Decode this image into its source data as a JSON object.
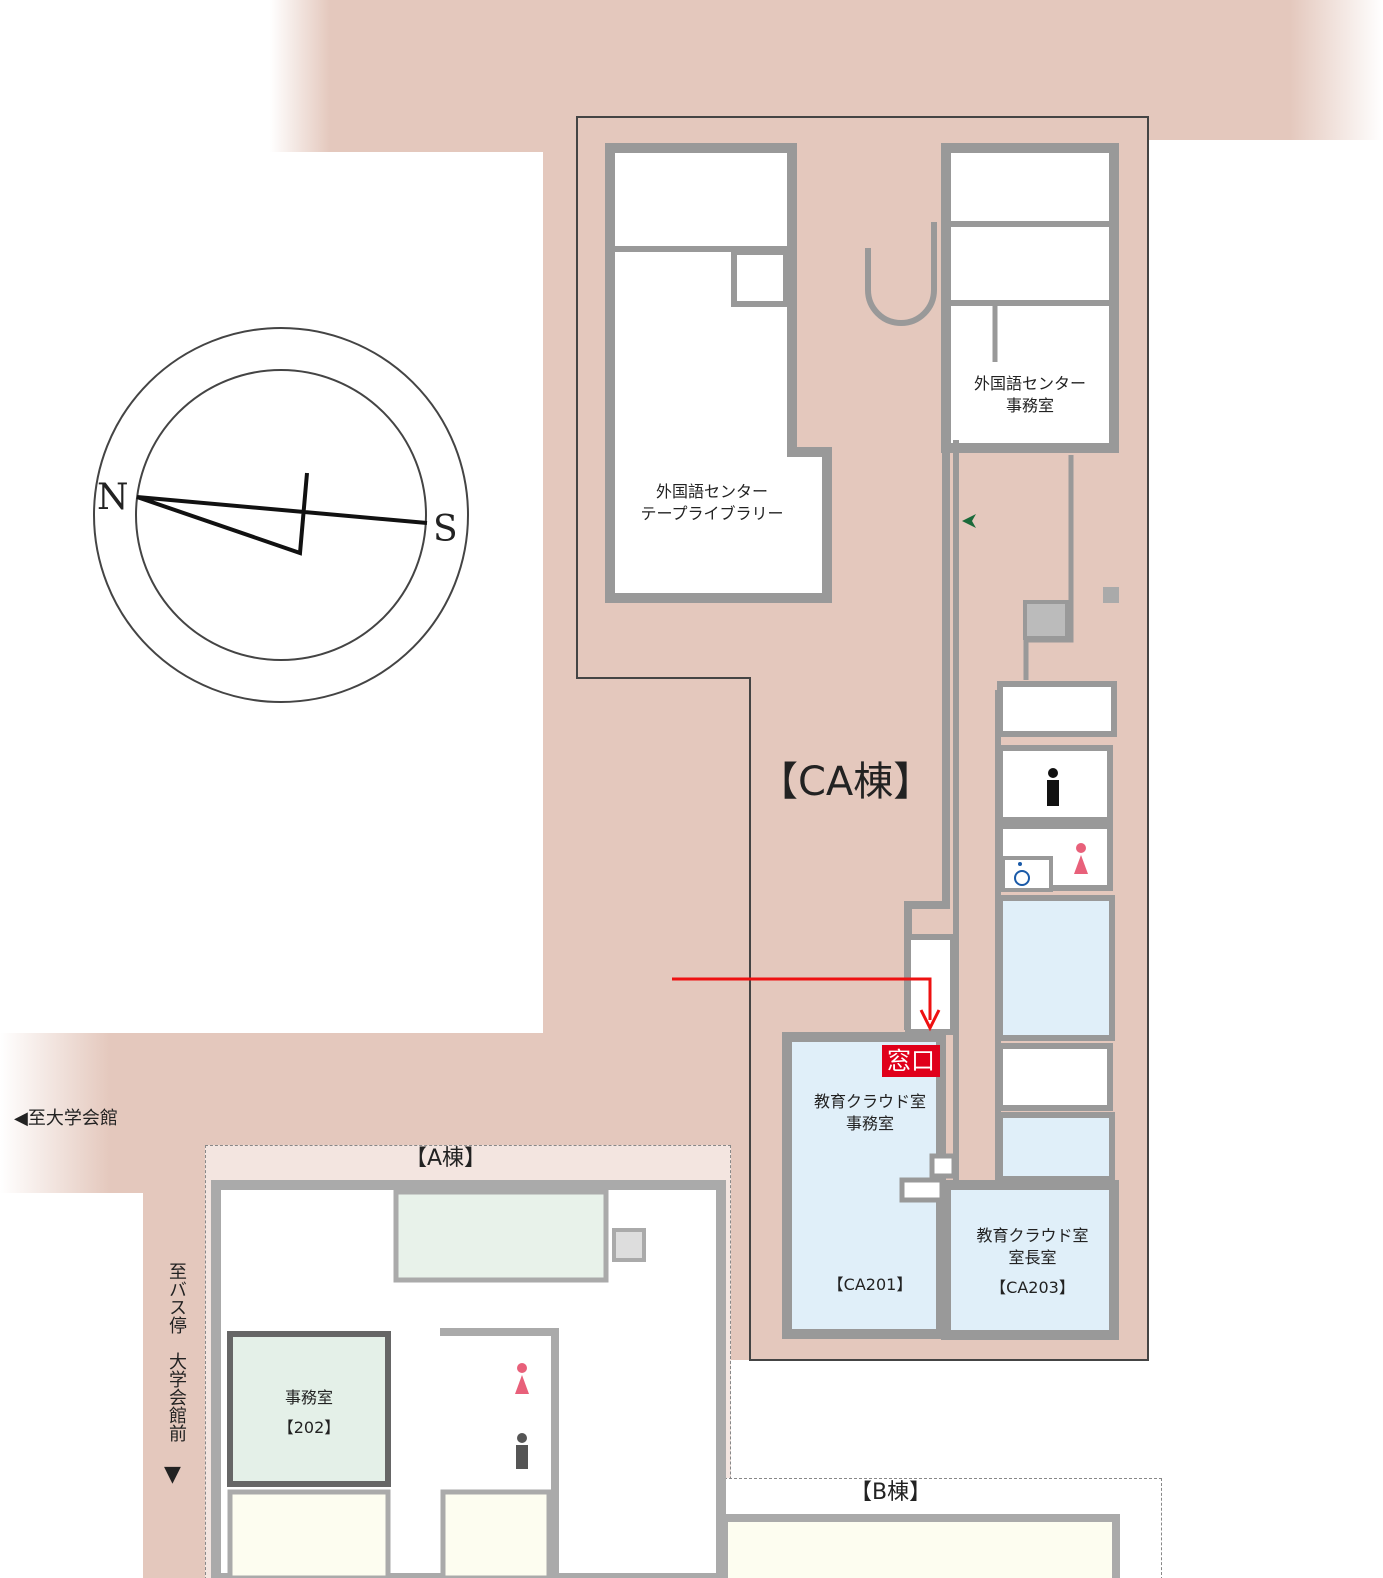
{
  "compass": {
    "north": "N",
    "south": "S"
  },
  "buildings": {
    "ca": "【CA棟】",
    "a": "【A棟】",
    "b": "【B棟】"
  },
  "rooms": {
    "library": "外国語センター\nテープライブラリー",
    "fl_office": "外国語センター\n事務室",
    "ca201_name": "教育クラウド室\n事務室",
    "ca201_code": "【CA201】",
    "ca203_name": "教育クラウド室\n室長室",
    "ca203_code": "【CA203】",
    "a_office_name": "事務室",
    "a_office_code": "【202】"
  },
  "window_badge": "窓口",
  "directions": {
    "to_hall": "至大学会館",
    "to_bus": "至バス停　大学会館前"
  },
  "colors": {
    "road": "#e4c8bd",
    "room_blue": "#e0eff9",
    "room_green": "#e4f0e8",
    "wall": "#9a9a9a",
    "route": "#ee1111",
    "badge": "#e0001b"
  }
}
